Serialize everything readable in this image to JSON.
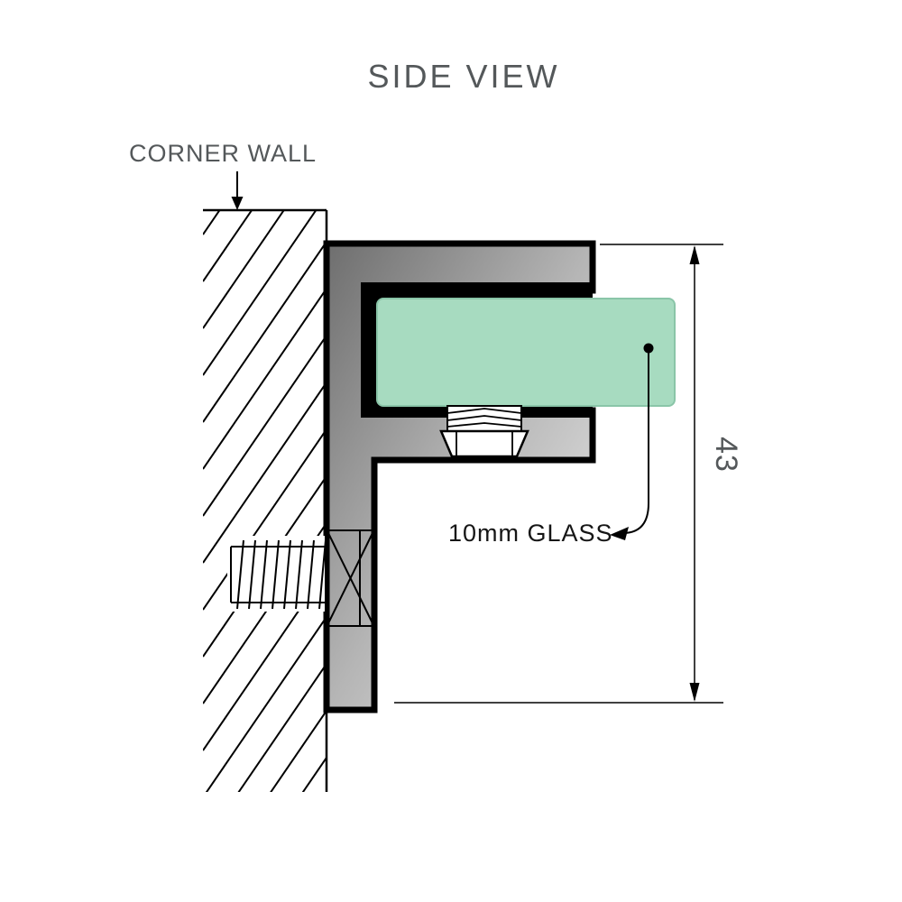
{
  "page": {
    "title": "SIDE VIEW"
  },
  "labels": {
    "corner_wall": "CORNER WALL",
    "glass_callout": "10mm GLASS",
    "dimension_height": "43"
  },
  "colors": {
    "glass_fill": "#a7dbc0",
    "glass_edge": "#8ac5a8",
    "metal_dark": "#6e6e6e",
    "metal_mid": "#b5b5b5",
    "metal_light": "#ededed",
    "text_gray": "#54585a",
    "text_black": "#161616",
    "line": "#000000"
  }
}
